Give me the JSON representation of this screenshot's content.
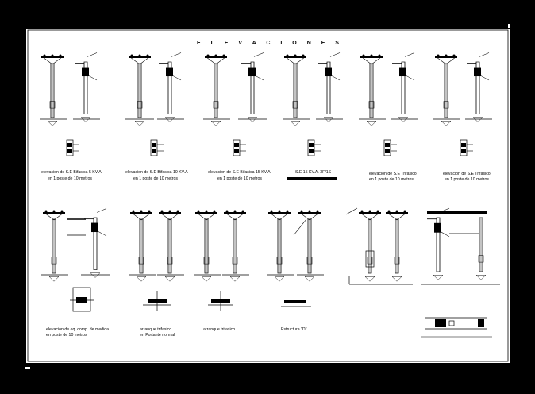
{
  "drawing": {
    "title": "E L E V A C I O N E S",
    "top_labels": [
      {
        "line1": "elevacion de S.E Bifasica 5 KV.A",
        "line2": "en 1 poste de 10 metros"
      },
      {
        "line1": "elevacion de S.E Bifasica 10 KV.A",
        "line2": "en 1 poste de 10 metros"
      },
      {
        "line1": "elevacion de S.E Bifasica 15 KV.A",
        "line2": "en 1 poste de 10 metros"
      },
      {
        "line1": "S.E 15 KV.A. 3F/1S",
        "line2": ""
      },
      {
        "line1": "elevacion de S.E Trifasico",
        "line2": "en 1 poste de 10 metros"
      },
      {
        "line1": "elevacion de S.E Trifasico",
        "line2": "en 1 poste de 10 metros"
      }
    ],
    "bottom_labels": [
      {
        "line1": "elevacion de eq. comp. de medida",
        "line2": "en poste de 10 metros"
      },
      {
        "line1": "arranque trifasico",
        "line2": "en Portante normal"
      },
      {
        "line1": "arranque trifasico",
        "line2": ""
      },
      {
        "line1": "Estructura \"D\"",
        "line2": ""
      }
    ],
    "colors": {
      "background": "#000000",
      "sheet": "#ffffff",
      "ink": "#000000"
    }
  }
}
